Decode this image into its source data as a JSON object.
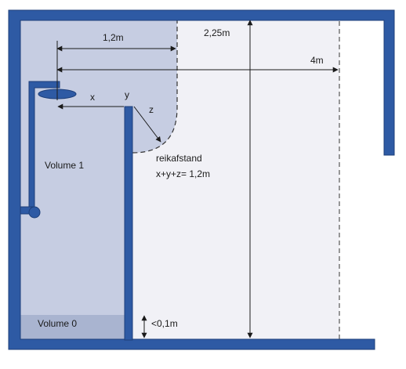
{
  "labels": {
    "width_1_2": "1,2m",
    "height_2_25": "2,25m",
    "width_4": "4m",
    "x": "x",
    "y": "y",
    "z": "z",
    "reach_title": "reikafstand",
    "reach_formula": "x+y+z= 1,2m",
    "volume1": "Volume 1",
    "volume0": "Volume 0",
    "gap": "<0,1m"
  },
  "colors": {
    "wall": "#2e5aa4",
    "wall_edge": "#1d3f7a",
    "volume1_fill": "#c6cde2",
    "volume0_fill": "#a9b4d0",
    "pale_zone": "#f1f1f6",
    "arrow": "#1a1a1a"
  }
}
